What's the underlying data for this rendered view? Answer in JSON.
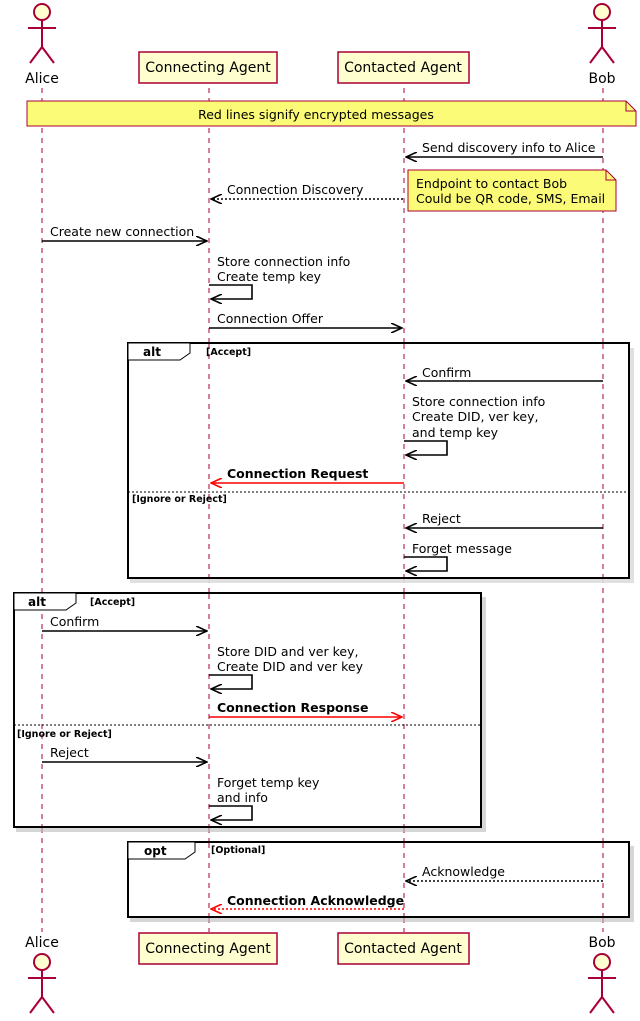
{
  "participants": {
    "alice": "Alice",
    "connecting": "Connecting Agent",
    "contacted": "Contacted Agent",
    "bob": "Bob"
  },
  "notes": {
    "encrypted": "Red lines signify encrypted messages",
    "endpoint_line1": "Endpoint to contact Bob",
    "endpoint_line2": "Could be QR code, SMS, Email"
  },
  "messages": {
    "send_discovery": "Send discovery info to Alice",
    "connection_discovery": "Connection Discovery",
    "create_new_connection": "Create new connection",
    "store_conn_info_1": "Store connection info",
    "create_temp_key": "Create temp key",
    "connection_offer": "Connection Offer",
    "confirm_bob": "Confirm",
    "store_conn_info_2": "Store connection info",
    "create_did_ver_key": "Create DID, ver key,",
    "and_temp_key": "and temp key",
    "connection_request": "Connection Request",
    "reject_bob": "Reject",
    "forget_message": "Forget message",
    "confirm_alice": "Confirm",
    "store_did_ver_key": "Store DID and ver key,",
    "create_did_and_ver_key": "Create DID and ver key",
    "connection_response": "Connection Response",
    "reject_alice": "Reject",
    "forget_temp_key": "Forget temp key",
    "and_info": "and info",
    "acknowledge": "Acknowledge",
    "connection_acknowledge": "Connection Acknowledge"
  },
  "frames": {
    "alt": "alt",
    "opt": "opt",
    "accept": "[Accept]",
    "ignore_reject": "[Ignore or Reject]",
    "optional": "[Optional]"
  },
  "colors": {
    "lifeline": "#A80036",
    "participant_fill": "#FEFECE",
    "note_fill": "#FBFB77",
    "encrypted": "#FF0000"
  }
}
